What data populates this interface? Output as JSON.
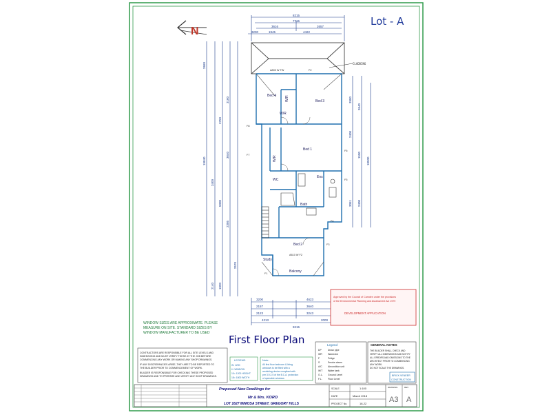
{
  "sheet": {
    "lot_label": "Lot - A",
    "title": "First Floor Plan",
    "north": "N"
  },
  "colors": {
    "frame": "#2f9a4a",
    "plan": "#1f6fae",
    "dim": "#1a3a8a",
    "note_box": "#cc2a2a",
    "room_text": "#1a1a5a",
    "title_ink": "#0c0c7a"
  },
  "plan": {
    "top_dims": [
      "8215",
      "7715",
      "3616",
      "2657",
      "3200",
      "1945",
      "4422"
    ],
    "bottom_dims": [
      "3200",
      "4623",
      "2157",
      "3640",
      "2123",
      "3243",
      "4213",
      "2000",
      "8215"
    ],
    "left_dims": [
      "2660",
      "3400",
      "19840",
      "3750",
      "5000",
      "3160",
      "3640",
      "2305",
      "2570",
      "2140",
      "1090"
    ],
    "right_dims": [
      "3900",
      "3640",
      "18500",
      "2400",
      "1500",
      "3051",
      "2400"
    ],
    "rooms": {
      "bed4": "Bed 4",
      "bed3": "Bed 3",
      "bed1": "Bed 1",
      "bed2": "Bed 2",
      "bath": "Bath",
      "ens": "Ens",
      "study": "Study",
      "balcony": "Balcony",
      "wir1": "W/R",
      "wir2": "W/R",
      "wir3": "W/R",
      "wc": "WC"
    },
    "tags": {
      "cladding": "CLADDING",
      "w_top": "A800 W TW",
      "f2": "F2",
      "f3": "F3",
      "f4": "F4",
      "f5": "F5",
      "f6": "F6",
      "f7": "F7",
      "f8": "F8",
      "f1": "F1",
      "w_bed2": "A810 W F2"
    }
  },
  "stamp": {
    "line1": "Approved by the Council of Camden under the provisions",
    "line2": "of the Environmental Planning and Assessment Act 1979",
    "line3": "DEVELOPMENT APPLICATION"
  },
  "window_note": {
    "l1": "WINDOW SIZES ARE APPROXIMATE. PLEASE",
    "l2": "MEASURE ON SITE. STANDARD SIZES BY",
    "l3": "WINDOW MANUFACTURER TO BE USED"
  },
  "contractor_note": [
    "CONTRACTORS ARE RESPONSIBLE FOR ALL SITE LEVELS AND",
    "DIMENSIONS AND MUST VERIFY THESE AT THE JOB BEFORE",
    "COMMENCING ANY WORK OR MAKING ANY SHOP DRAWINGS.",
    "IF ANY DISCREPANCIES ARISE, THEY ARE TO BE REPORTED TO",
    "THE BUILDER PRIOR TO COMMENCEMENT OF WORK.",
    "BUILDER IS RESPONSIBLE FOR CHECKING THESE PROPOSED",
    "DRAWINGS AND TO PREPARE AND VERIFY ANY SHOP DRAWINGS."
  ],
  "legend_small": {
    "title": "LEGEND",
    "rows": [
      "W: 1290",
      "H: WINDOW",
      "10= 1200 HEIGHT",
      "18= 1800 WIDTH"
    ]
  },
  "note_box": {
    "title": "Note:",
    "rows": [
      "All first floor bedroom & living",
      "windows to be fitted with a",
      "restricting device compliant with",
      "per 3.9.2.5 of the B.C.A. protection",
      "of openable windows"
    ]
  },
  "legend_main": {
    "title": "Legend",
    "codes": [
      "DP",
      "WR",
      "F",
      "S",
      "A/C",
      "W/T",
      "G.L.",
      "F.L."
    ],
    "labels": [
      "Down pipe",
      "Wardrobe",
      "Fridge",
      "Smoke alarm",
      "Airconditon unit",
      "Water tank",
      "Ground Level",
      "Floor Level"
    ]
  },
  "general_notes": {
    "title": "GENERAL NOTES",
    "rows": [
      "THE BUILDER SHALL CHECK AND",
      "VERIFY ALL DIMENSIONS AND NOTIFY",
      "ALL ERRORS AND OMISSIONS TO THE",
      "ARCHITECT PRIOR TO COMMENCING",
      "ANY WORK.",
      "DO NOT SCALE THE DRAWINGS."
    ],
    "company1": "BRICK VENEER",
    "company2": "CONSTRUCTION"
  },
  "title_block": {
    "project_title": "Proposed New Dwellings for",
    "client": "Mr & Mrs. KORO",
    "address": "LOT 1627 MIMOSA STREET, GREGORY HILLS",
    "scale_label": "SCALE",
    "scale_value": "1:100",
    "date_label": "DATE",
    "date_value": "March 2018",
    "project_label": "PROJECT No.",
    "project_value": "18-22",
    "drawing_label": "DRAWING",
    "rev_label": "REV",
    "drawing_value": "A3",
    "rev_value": "A"
  }
}
